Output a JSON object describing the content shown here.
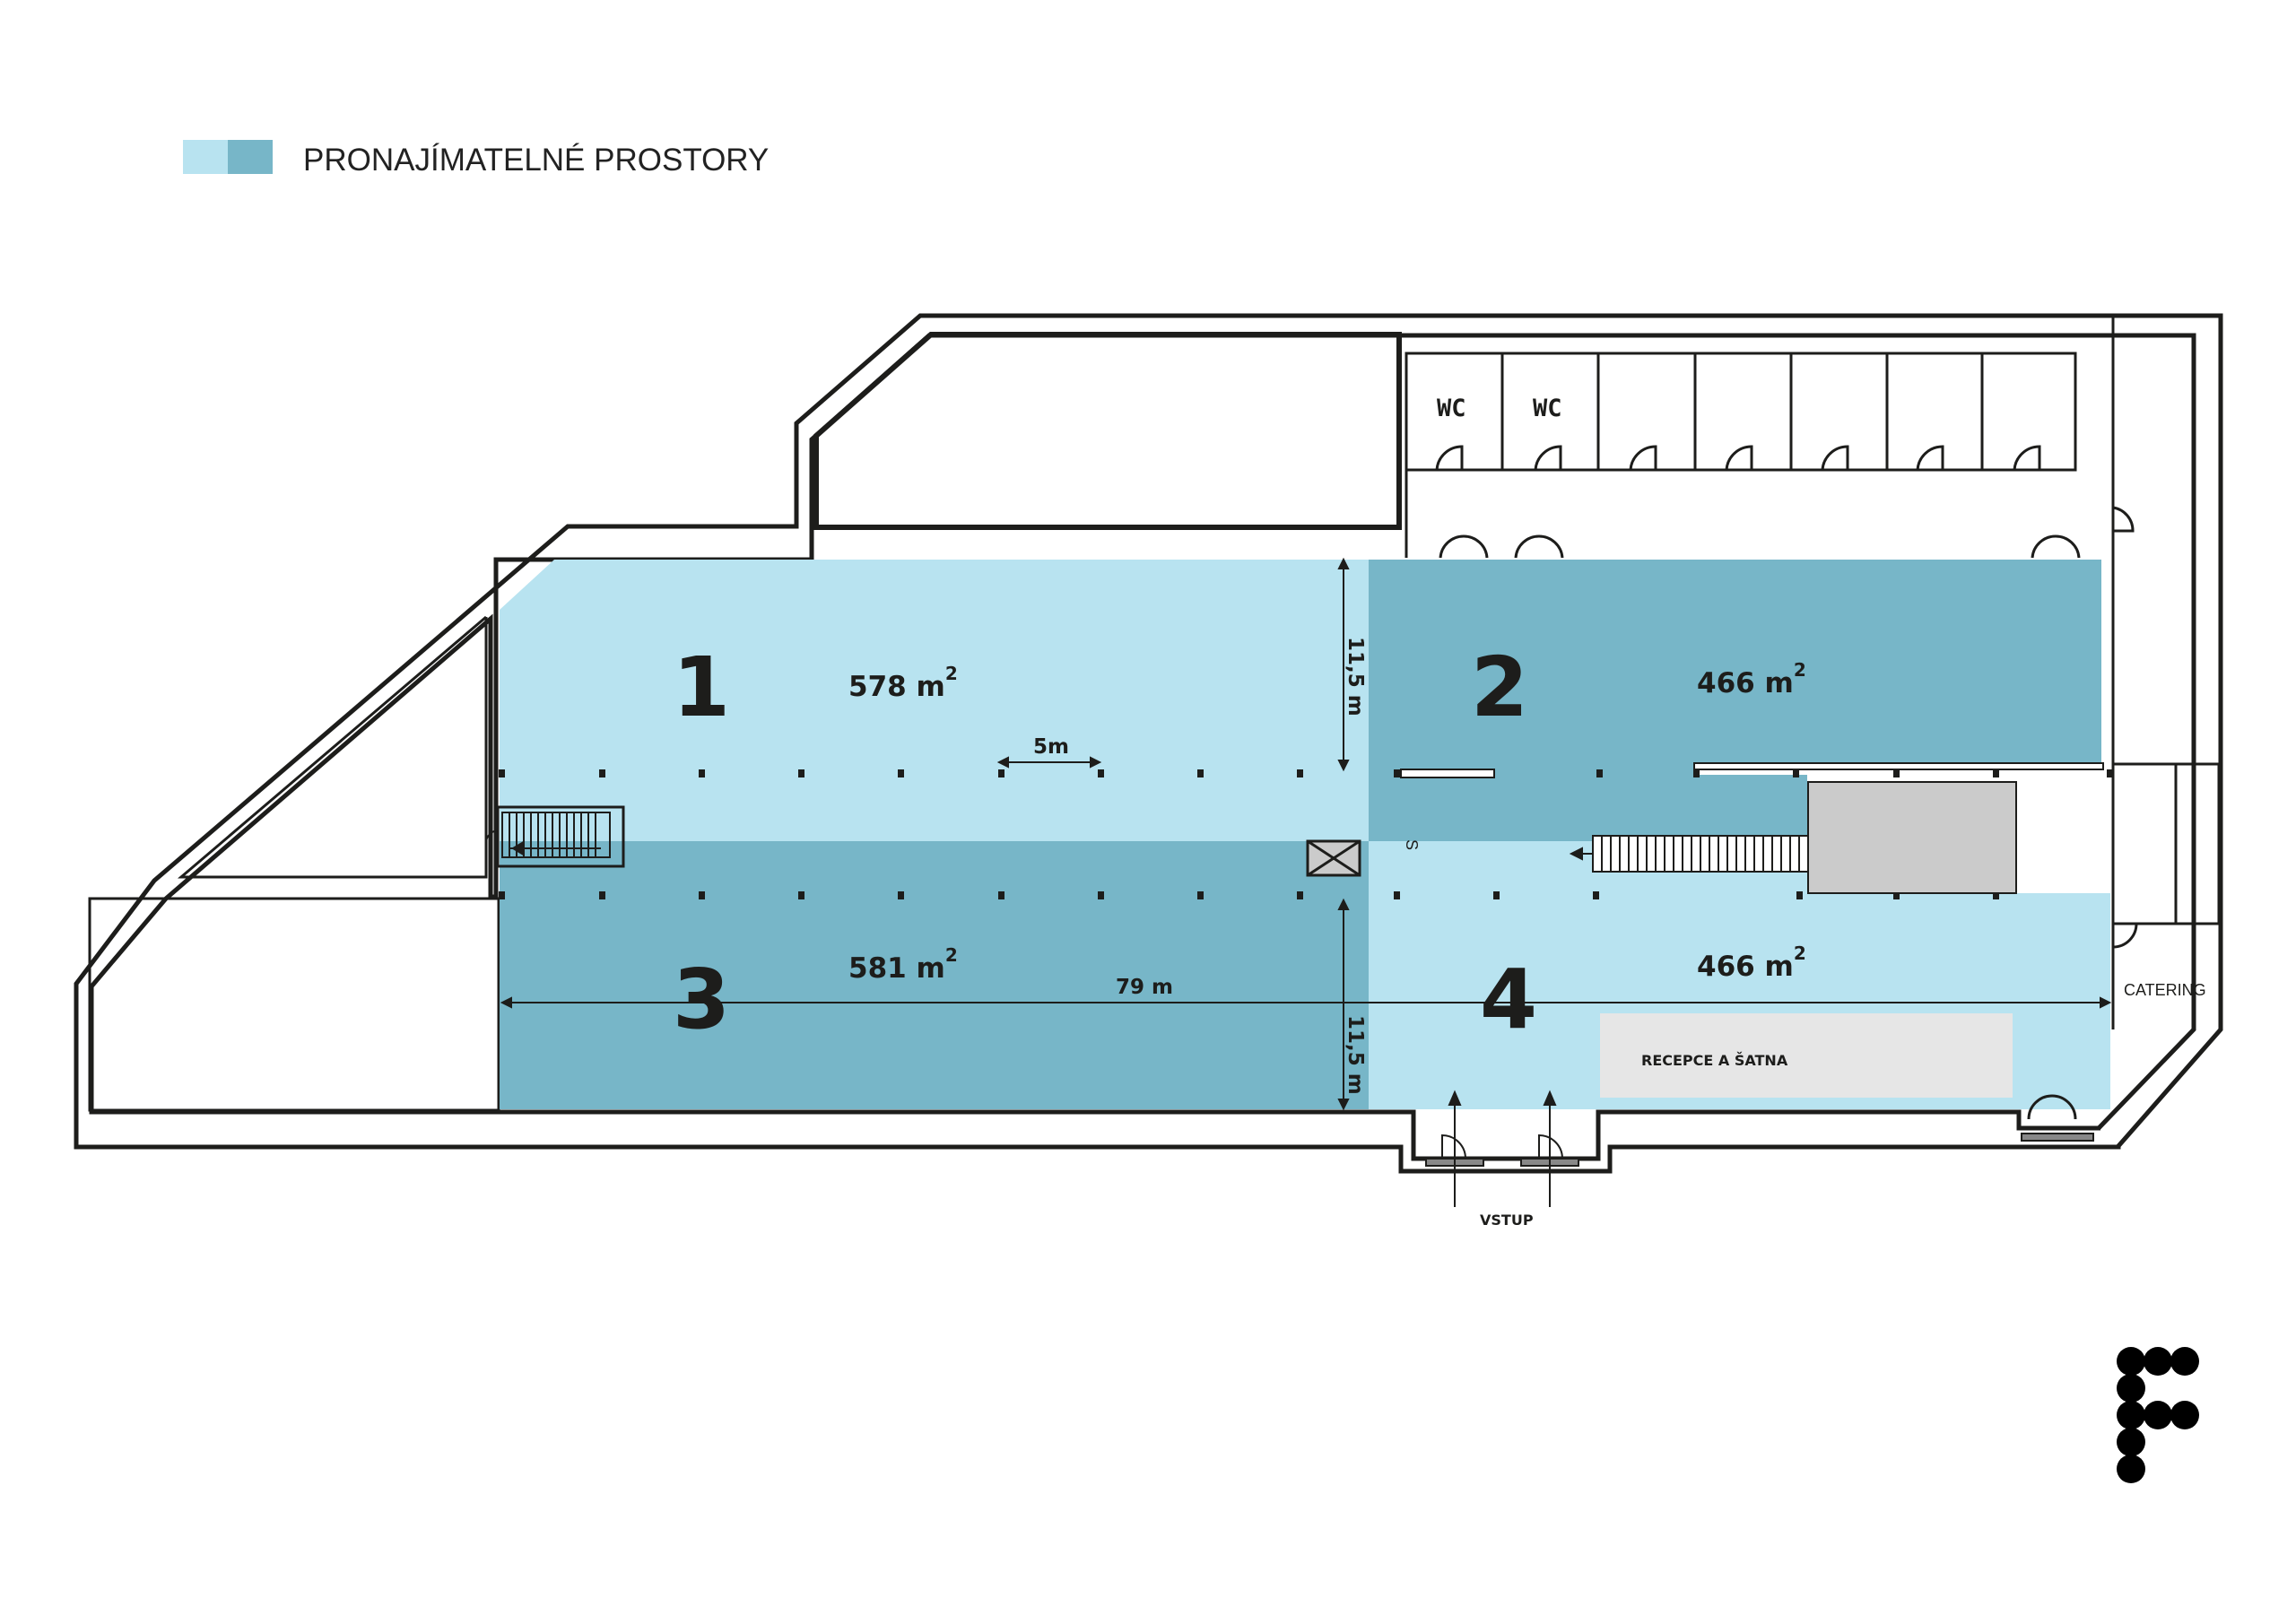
{
  "legend": {
    "label": "PRONAJÍMATELNÉ PROSTORY",
    "colors": {
      "light": "#b8e3f0",
      "dark": "#77b6c8"
    }
  },
  "spaces": [
    {
      "number": "1",
      "area": "578 m",
      "area_sup": "2",
      "color": "#b8e3f0"
    },
    {
      "number": "2",
      "area": "466 m",
      "area_sup": "2",
      "color": "#77b6c8"
    },
    {
      "number": "3",
      "area": "581 m",
      "area_sup": "2",
      "color": "#77b6c8"
    },
    {
      "number": "4",
      "area": "466 m",
      "area_sup": "2",
      "color": "#b8e3f0"
    }
  ],
  "dimensions": {
    "module": "5m",
    "length": "79 m",
    "depth_top": "11,5 m",
    "depth_bottom": "11,5 m"
  },
  "rooms": {
    "wc_1": "WC",
    "wc_2": "WC",
    "catering": "CATERING",
    "reception": "RECEPCE A ŠATNA",
    "entrance": "VSTUP",
    "small_mark": "S"
  },
  "colors": {
    "wall": "#1d1d1b",
    "grey_block": "#cbcbcb",
    "reception_bg": "#e6e6e6"
  }
}
